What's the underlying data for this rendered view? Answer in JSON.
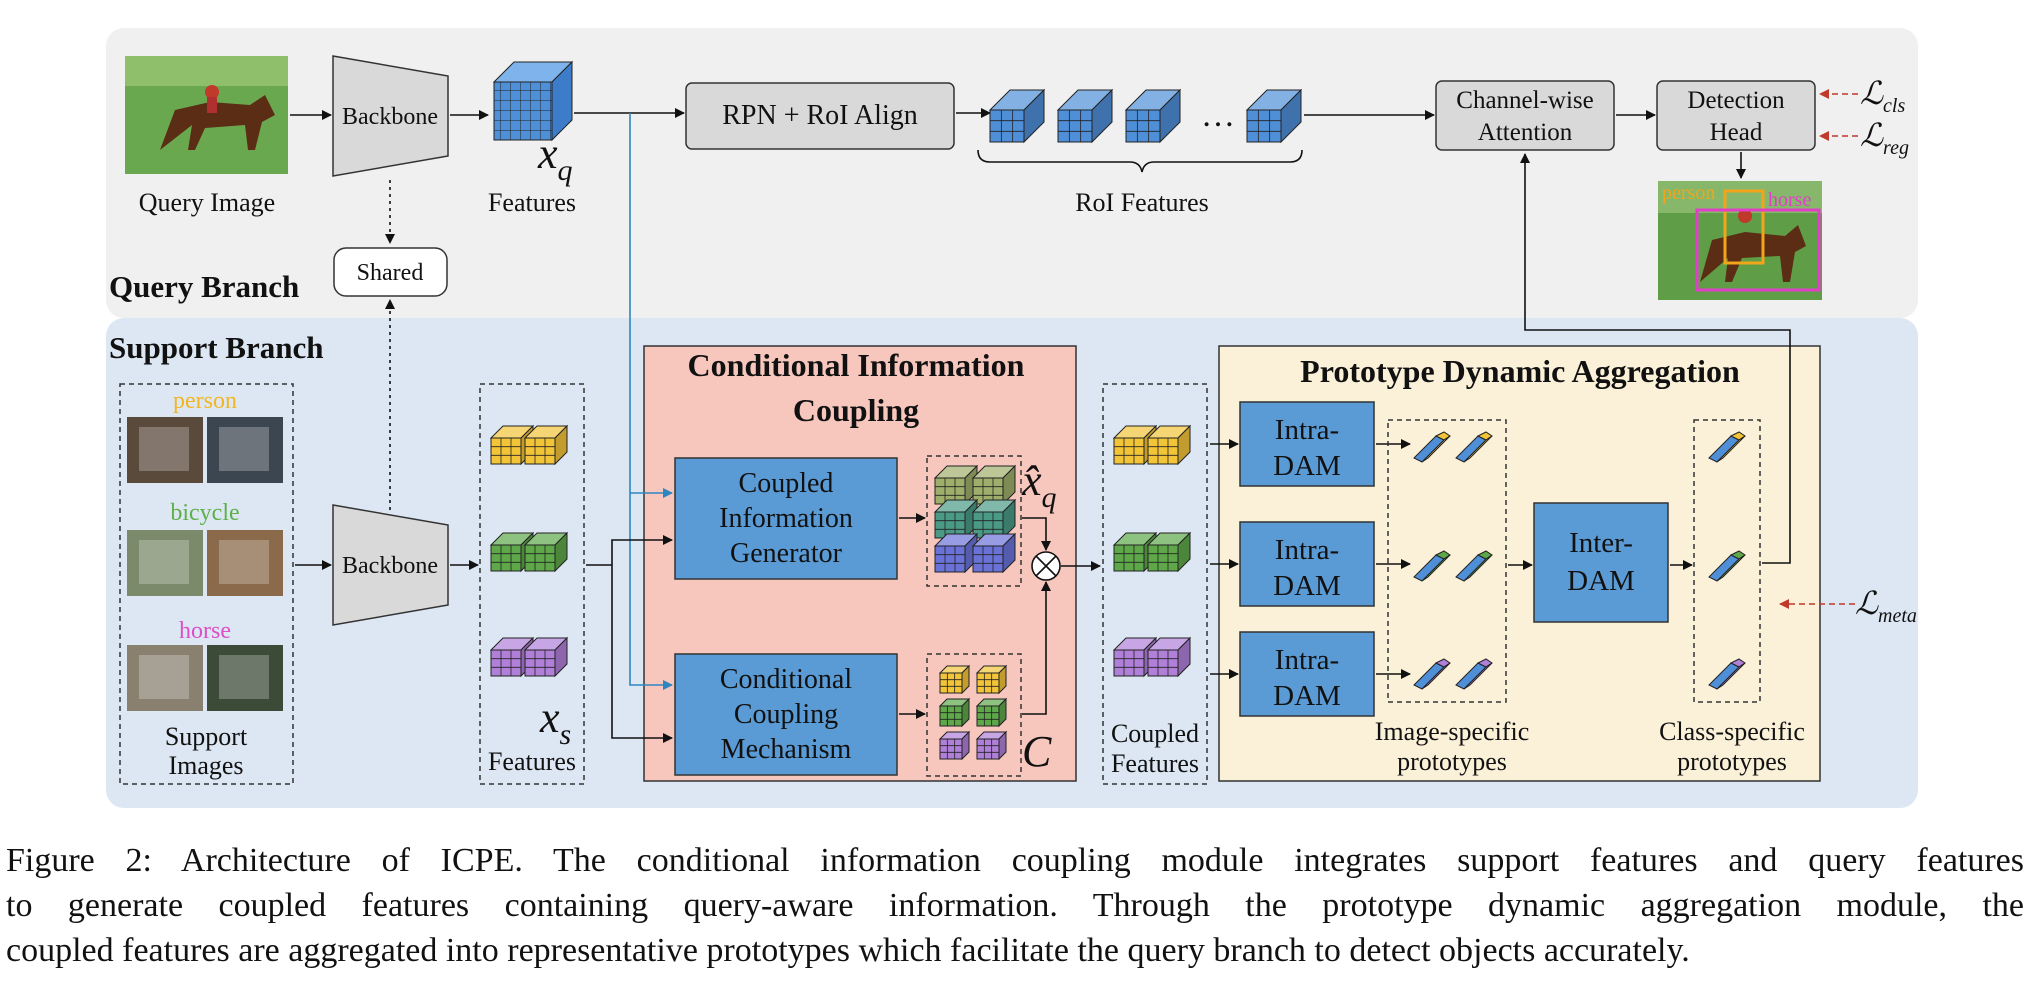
{
  "query_branch": {
    "label": "Query Branch",
    "query_image_label": "Query Image",
    "backbone_label": "Backbone",
    "shared_label": "Shared",
    "features_label": "Features",
    "xq_symbol": "x",
    "xq_sub": "q",
    "rpn_label": "RPN + RoI Align",
    "ellipsis": "…",
    "roi_features_label": "RoI Features",
    "channel_attention_line1": "Channel-wise",
    "channel_attention_line2": "Attention",
    "detection_head_line1": "Detection",
    "detection_head_line2": "Head",
    "loss_cls_symbol": "ℒ",
    "loss_cls_sub": "cls",
    "loss_reg_symbol": "ℒ",
    "loss_reg_sub": "reg",
    "detect_person_label": "person",
    "detect_horse_label": "horse"
  },
  "support_branch": {
    "label": "Support Branch",
    "classes": [
      {
        "name": "person",
        "color": "#f2b622"
      },
      {
        "name": "bicycle",
        "color": "#5fb04b"
      },
      {
        "name": "horse",
        "color": "#dd4fc8"
      }
    ],
    "support_images_line1": "Support",
    "support_images_line2": "Images",
    "backbone_label": "Backbone",
    "features_label": "Features",
    "xs_symbol": "x",
    "xs_sub": "s"
  },
  "cic": {
    "title_line1": "Conditional Information",
    "title_line2": "Coupling",
    "generator_line1": "Coupled",
    "generator_line2": "Information",
    "generator_line3": "Generator",
    "mechanism_line1": "Conditional",
    "mechanism_line2": "Coupling",
    "mechanism_line3": "Mechanism",
    "xq_hat_symbol": "x̂",
    "xq_hat_sub": "q",
    "c_symbol": "C",
    "otimes": "⊗"
  },
  "coupled_features_line1": "Coupled",
  "coupled_features_line2": "Features",
  "pda": {
    "title": "Prototype Dynamic Aggregation",
    "intra_dam_line1": "Intra-",
    "intra_dam_line2": "DAM",
    "inter_dam_line1": "Inter-",
    "inter_dam_line2": "DAM",
    "image_specific_line1": "Image-specific",
    "image_specific_line2": "prototypes",
    "class_specific_line1": "Class-specific",
    "class_specific_line2": "prototypes",
    "loss_meta_symbol": "ℒ",
    "loss_meta_sub": "meta"
  },
  "colors": {
    "query_bg": "#f0f0f0",
    "support_bg": "#dce7f3",
    "cic_bg": "#f7c6bd",
    "pda_bg": "#fbf1d9",
    "module_blue": "#5b9bd5",
    "gray_box": "#d9d9d9",
    "feature_blue": "#4f8fd8",
    "yellow": "#f2c438",
    "green": "#5ea84a",
    "purple": "#b07fd8",
    "loss_red": "#c0392b",
    "arrow_blue": "#2e86c1"
  },
  "caption": {
    "line1": "Figure 2: Architecture of ICPE. The conditional information coupling module integrates support features and query features",
    "line2": "to generate coupled features containing query-aware information. Through the prototype dynamic aggregation module, the",
    "line3": "coupled features are aggregated into representative prototypes which facilitate the query branch to detect objects accurately."
  }
}
